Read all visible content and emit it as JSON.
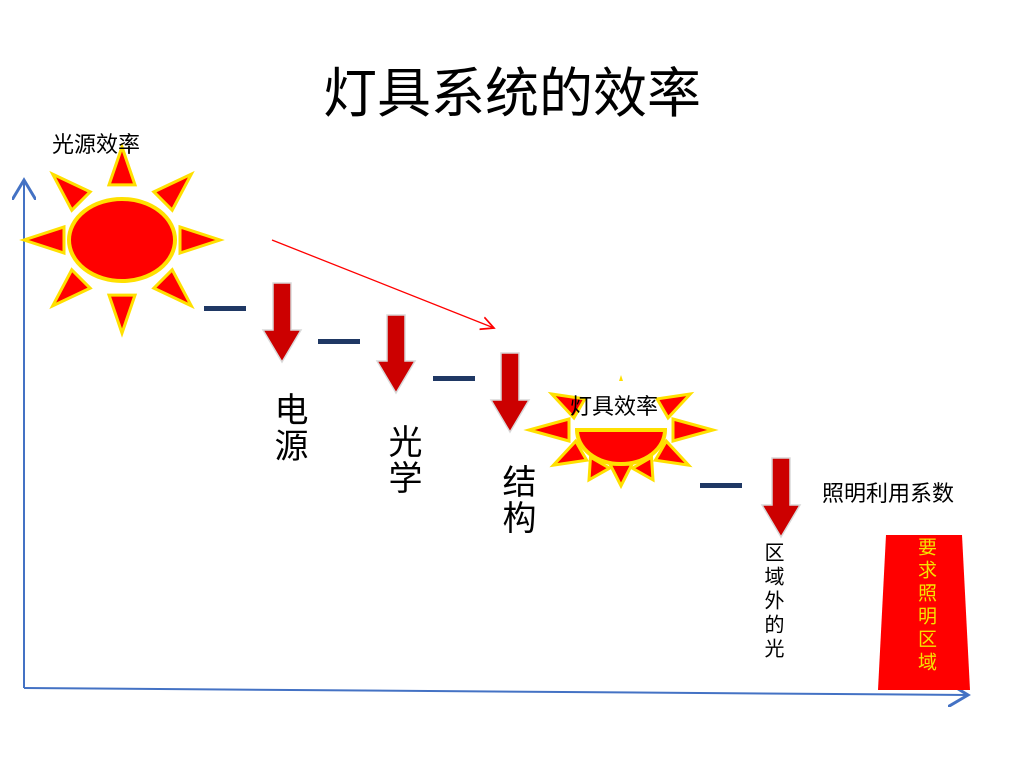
{
  "title": "灯具系统的效率",
  "labels": {
    "light_source_efficiency": "光源效率",
    "luminaire_efficiency": "灯具效率",
    "utilization_factor": "照明利用系数",
    "power_supply": "电源",
    "optics": "光学",
    "structure": "结构",
    "light_outside_area": "区域外的光",
    "required_area": "要求照明区域"
  },
  "colors": {
    "sun_fill": "#ff0000",
    "sun_outline": "#ffe000",
    "arrow": "#cc0000",
    "dash": "#1f3864",
    "axis": "#4472c4",
    "trend_arrow": "#ff0000",
    "target_fill": "#ff0000",
    "target_text": "#f5e200"
  }
}
